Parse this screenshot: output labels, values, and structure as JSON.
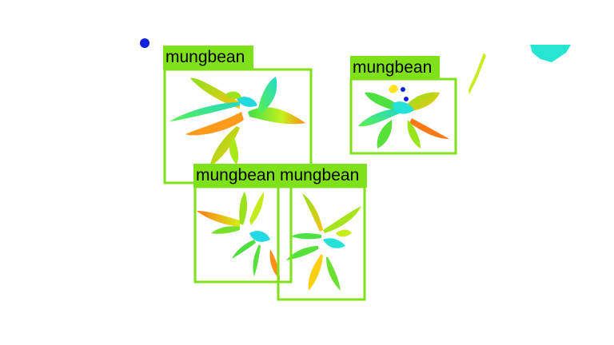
{
  "image": {
    "background": "#ffffff",
    "description_colors": {
      "box": "#7fe11a",
      "label_bg": "#7fe11a",
      "label_text": "#000000",
      "speck_blue": "#1020d8",
      "speck_cyan": "#20e8d8"
    }
  },
  "detections": [
    {
      "label": "mungbean"
    },
    {
      "label": "mungbean"
    },
    {
      "label": "mungbean"
    },
    {
      "label": "mungbean"
    }
  ]
}
